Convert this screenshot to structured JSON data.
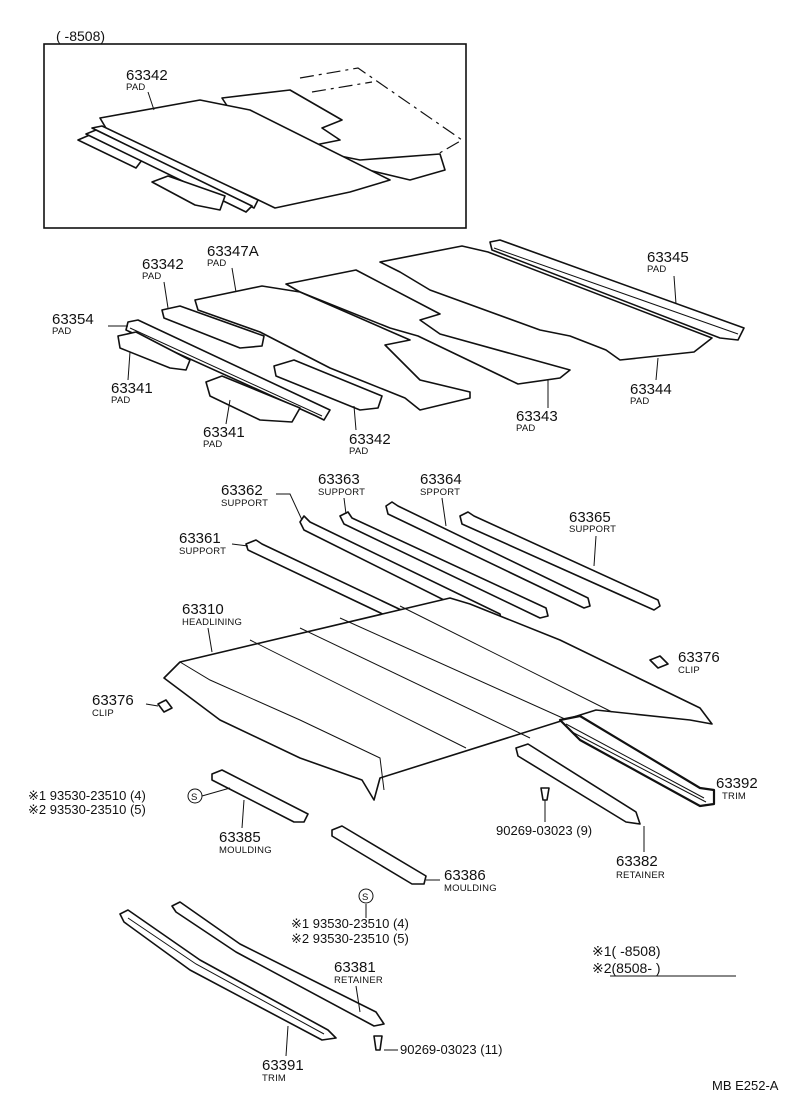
{
  "inset": {
    "range_label": "(      -8508)",
    "pad_number": "63342",
    "pad_desc": "PAD"
  },
  "pads": {
    "p63342_a": {
      "number": "63342",
      "desc": "PAD"
    },
    "p63347a": {
      "number": "63347A",
      "desc": "PAD"
    },
    "p63354": {
      "number": "63354",
      "desc": "PAD"
    },
    "p63341_a": {
      "number": "63341",
      "desc": "PAD"
    },
    "p63341_b": {
      "number": "63341",
      "desc": "PAD"
    },
    "p63342_b": {
      "number": "63342",
      "desc": "PAD"
    },
    "p63343": {
      "number": "63343",
      "desc": "PAD"
    },
    "p63344": {
      "number": "63344",
      "desc": "PAD"
    },
    "p63345": {
      "number": "63345",
      "desc": "PAD"
    }
  },
  "supports": {
    "s63361": {
      "number": "63361",
      "desc": "SUPPORT"
    },
    "s63362": {
      "number": "63362",
      "desc": "SUPPORT"
    },
    "s63363": {
      "number": "63363",
      "desc": "SUPPORT"
    },
    "s63364": {
      "number": "63364",
      "desc": "SPPORT"
    },
    "s63365": {
      "number": "63365",
      "desc": "SUPPORT"
    }
  },
  "headlining": {
    "number": "63310",
    "desc": "HEADLINING"
  },
  "clips": {
    "left": {
      "number": "63376",
      "desc": "CLIP"
    },
    "right": {
      "number": "63376",
      "desc": "CLIP"
    }
  },
  "mouldings": {
    "m63385": {
      "number": "63385",
      "desc": "MOULDING"
    },
    "m63386": {
      "number": "63386",
      "desc": "MOULDING"
    }
  },
  "trims": {
    "t63392": {
      "number": "63392",
      "desc": "TRIM"
    },
    "t63391": {
      "number": "63391",
      "desc": "TRIM"
    }
  },
  "retainers": {
    "r63382": {
      "number": "63382",
      "desc": "RETAINER"
    },
    "r63381": {
      "number": "63381",
      "desc": "RETAINER"
    }
  },
  "screws": {
    "upper_left": {
      "line1": "※1 93530-23510 (4)",
      "line2": "※2 93530-23510 (5)"
    },
    "lower": {
      "line1": "※1 93530-23510 (4)",
      "line2": "※2 93530-23510 (5)"
    },
    "s_symbol": "S"
  },
  "clip_refs": {
    "c9": "90269-03023 (9)",
    "c11": "90269-03023 (11)"
  },
  "legend": {
    "row1": "※1(       -8508)",
    "row2": "※2(8508-       )"
  },
  "footer_code": "MB E252-A"
}
